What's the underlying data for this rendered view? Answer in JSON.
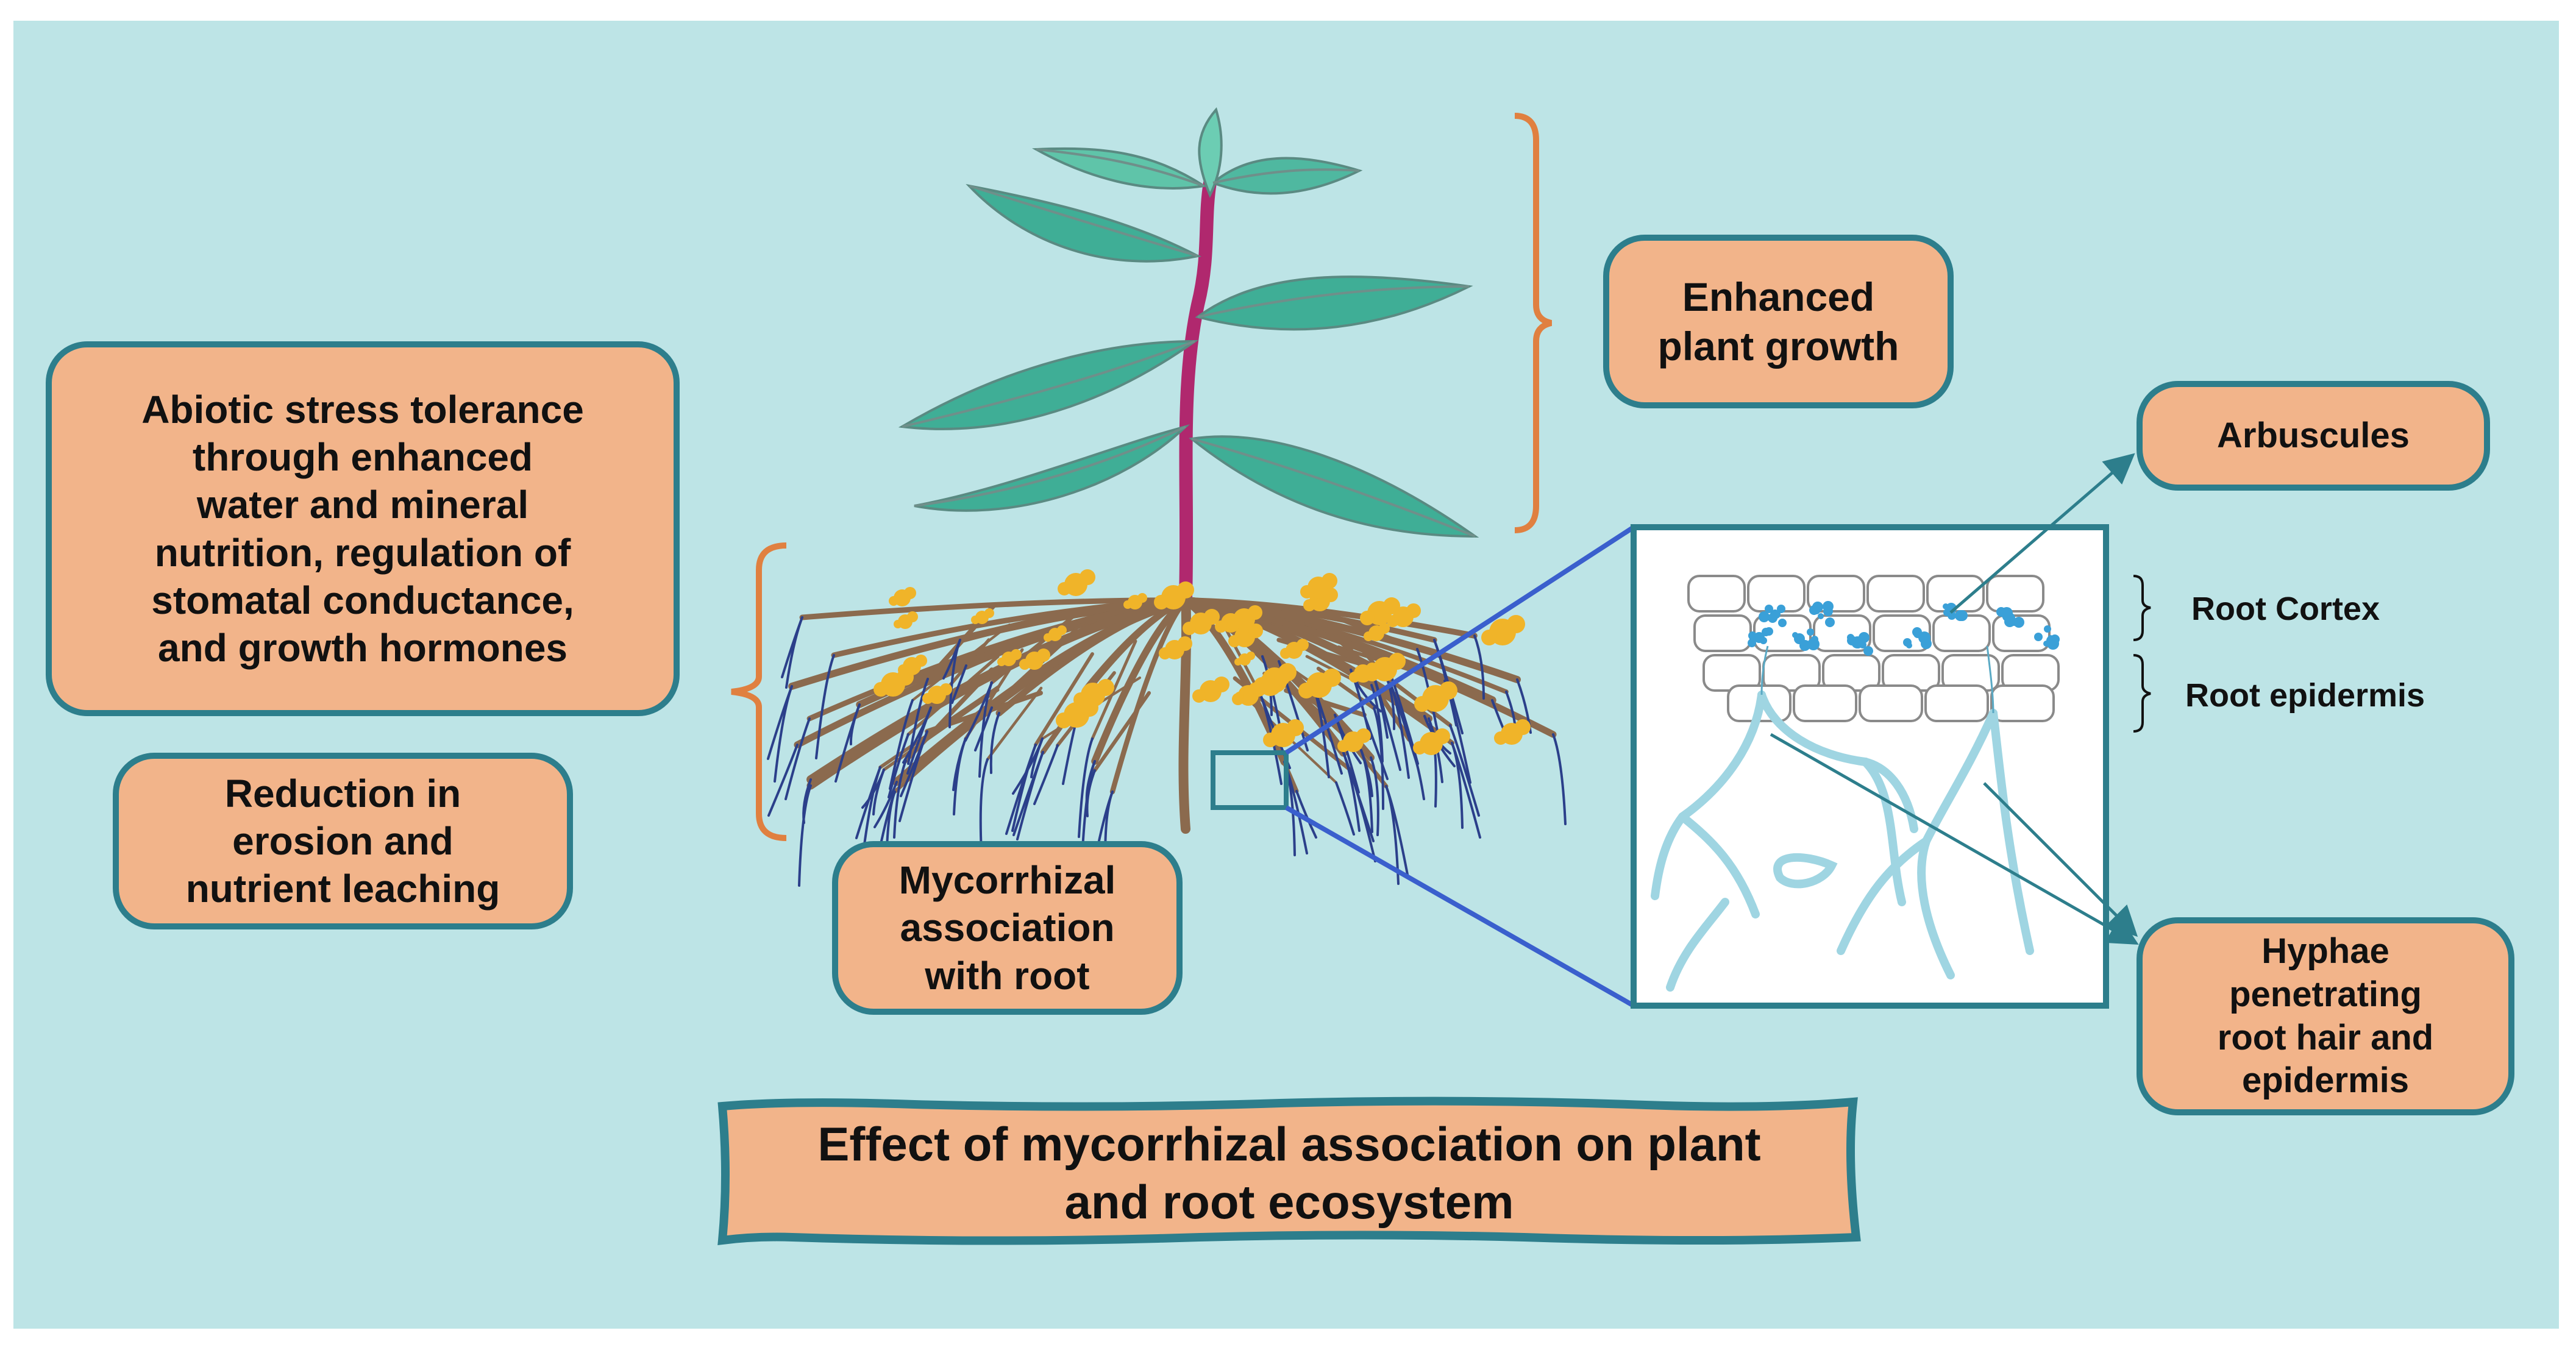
{
  "colors": {
    "background": "#bde4e6",
    "box_fill": "#f2b48a",
    "box_border": "#2d7e8c",
    "bracket": "#e08040",
    "stem": "#b0286e",
    "leaf": "#3fae96",
    "root": "#8b6a4e",
    "fungus": "#f0b429",
    "inset_line": "#3a5fcd"
  },
  "labels": {
    "enhanced_growth": "Enhanced\nplant growth",
    "abiotic_stress": "Abiotic stress tolerance\nthrough enhanced\nwater and mineral\nnutrition, regulation of\nstomatal conductance,\nand growth hormones",
    "erosion": "Reduction in\nerosion and\nnutrient leaching",
    "mycorrhizal": "Mycorrhizal\nassociation\nwith root",
    "arbuscules": "Arbuscules",
    "hyphae": "Hyphae\npenetrating\nroot hair and\nepidermis",
    "root_cortex": "Root Cortex",
    "root_epidermis": "Root epidermis",
    "title": "Effect of mycorrhizal association on plant\nand root ecosystem"
  },
  "icons": [
    "plant-illustration",
    "root-system",
    "root-cross-section-inset"
  ]
}
